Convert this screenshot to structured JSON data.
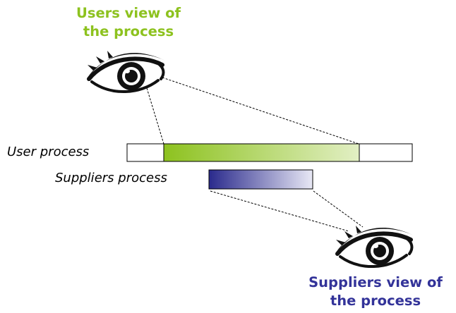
{
  "users_view": {
    "title_line1": "Users view of",
    "title_line2": "the process"
  },
  "suppliers_view": {
    "title_line1": "Suppliers view of",
    "title_line2": "the process"
  },
  "processes": {
    "user_label": "User process",
    "suppliers_label": "Suppliers process"
  },
  "colors": {
    "users_accent": "#8dc21f",
    "users_bar_start": "#8dc21f",
    "users_bar_end": "#e2efc4",
    "suppliers_accent": "#333399",
    "suppliers_bar_start": "#2a2a8c",
    "suppliers_bar_end": "#e8e8f5",
    "outline": "#000000",
    "eye": "#111111"
  },
  "icons": {
    "top_eye": "eye-icon",
    "bottom_eye": "eye-icon"
  }
}
